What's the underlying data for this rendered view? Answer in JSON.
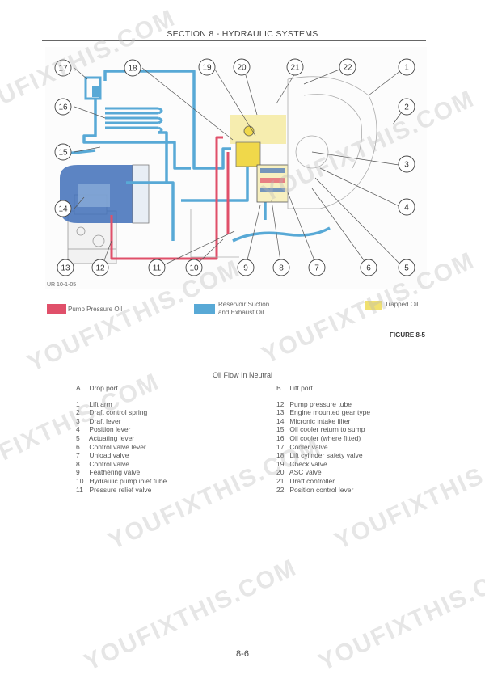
{
  "header": {
    "title": "SECTION 8 - HYDRAULIC SYSTEMS"
  },
  "figure": {
    "id_code": "UR 10-1-05",
    "callouts": [
      "1",
      "2",
      "3",
      "4",
      "5",
      "6",
      "7",
      "8",
      "9",
      "10",
      "11",
      "12",
      "13",
      "14",
      "15",
      "16",
      "17",
      "18",
      "19",
      "20",
      "21",
      "22"
    ],
    "label": "FIGURE 8-5"
  },
  "legend": {
    "items": [
      {
        "label": "Pump Pressure Oil",
        "color": "#e0506a"
      },
      {
        "label_line1": "Reservoir Suction",
        "label_line2": "and Exhaust Oil",
        "color": "#58a9d6"
      },
      {
        "label": "Trapped Oil",
        "color": "#f0e070"
      }
    ]
  },
  "parts_list": {
    "title": "Oil Flow In Neutral",
    "port_a": {
      "letter": "A",
      "name": "Drop port"
    },
    "port_b": {
      "letter": "B",
      "name": "Lift port"
    },
    "left": [
      {
        "num": "1",
        "name": "Lift arm"
      },
      {
        "num": "2",
        "name": "Draft control spring"
      },
      {
        "num": "3",
        "name": "Draft lever"
      },
      {
        "num": "4",
        "name": "Position lever"
      },
      {
        "num": "5",
        "name": "Actuating lever"
      },
      {
        "num": "6",
        "name": "Control valve lever"
      },
      {
        "num": "7",
        "name": "Unload valve"
      },
      {
        "num": "8",
        "name": "Control valve"
      },
      {
        "num": "9",
        "name": "Feathering valve"
      },
      {
        "num": "10",
        "name": "Hydraulic pump inlet tube"
      },
      {
        "num": "11",
        "name": "Pressure relief valve"
      }
    ],
    "right": [
      {
        "num": "12",
        "name": "Pump pressure tube"
      },
      {
        "num": "13",
        "name": "Engine mounted gear type"
      },
      {
        "num": "14",
        "name": "Micronic intake filter"
      },
      {
        "num": "15",
        "name": "Oil cooler return to sump"
      },
      {
        "num": "16",
        "name": "Oil cooler (where fitted)"
      },
      {
        "num": "17",
        "name": "Cooler valve"
      },
      {
        "num": "18",
        "name": "Lift cylinder safety valve"
      },
      {
        "num": "19",
        "name": "Check valve"
      },
      {
        "num": "20",
        "name": "ASC valve"
      },
      {
        "num": "21",
        "name": "Draft controller"
      },
      {
        "num": "22",
        "name": "Position control lever"
      }
    ]
  },
  "page_number": "8-6",
  "watermark": {
    "text": "YOUFIXTHIS.COM"
  }
}
